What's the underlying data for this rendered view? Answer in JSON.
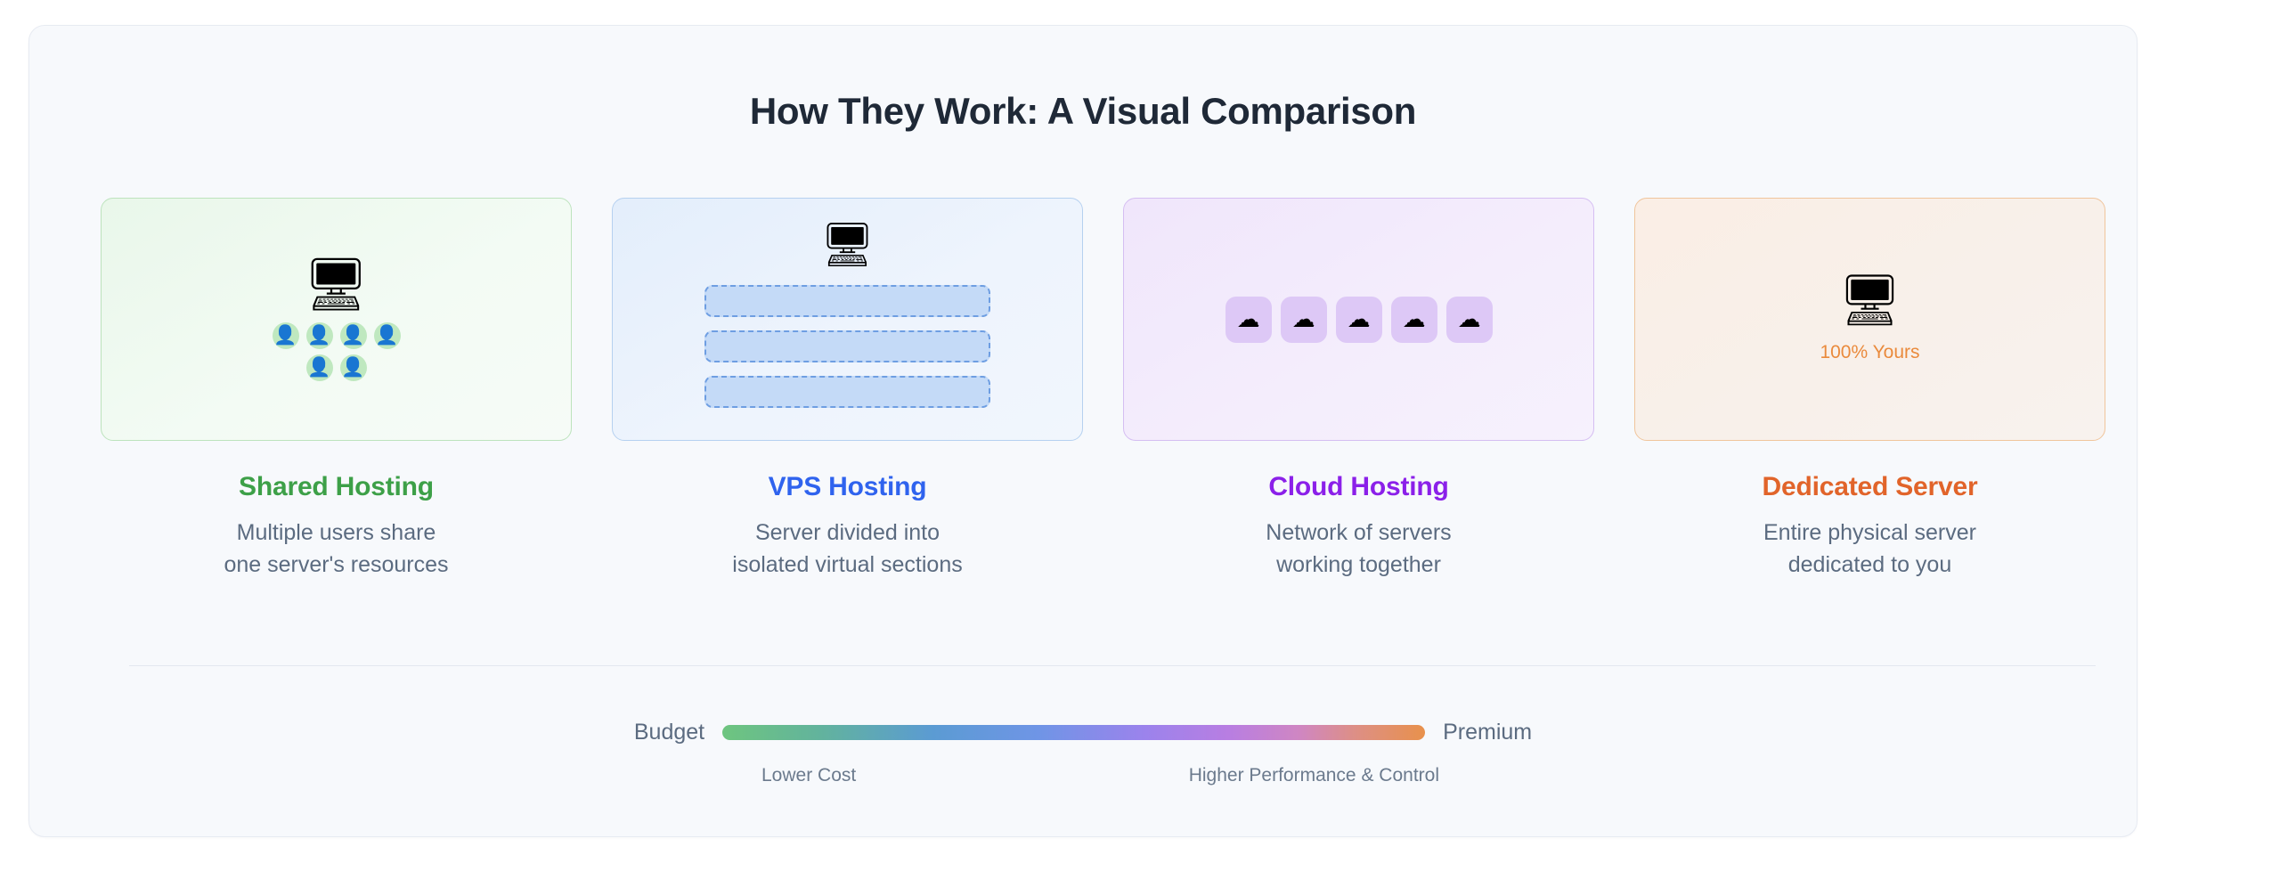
{
  "panel": {
    "title": "How They Work: A Visual Comparison"
  },
  "cards": [
    {
      "key": "shared",
      "name": "Shared Hosting",
      "desc": "Multiple users share\none server's resources",
      "accent": "#3da048",
      "border": "#bde3bd",
      "icon": "desktop-computer-icon",
      "monitor_glyph": "🖥",
      "people_glyph": "👤",
      "people_count": 6,
      "people_rows": [
        4,
        2
      ]
    },
    {
      "key": "vps",
      "name": "VPS Hosting",
      "desc": "Server divided into\nisolated virtual sections",
      "accent": "#2f63ee",
      "border": "#b6d1f0",
      "icon": "desktop-computer-icon",
      "monitor_glyph": "🖥",
      "bars_count": 3
    },
    {
      "key": "cloud",
      "name": "Cloud Hosting",
      "desc": "Network of servers\nworking together",
      "accent": "#8b20e9",
      "border": "#d5bef2",
      "icon": "cloud-icon",
      "cloud_glyph": "☁",
      "cloud_count": 5
    },
    {
      "key": "dedicated",
      "name": "Dedicated Server",
      "desc": "Entire physical server\ndedicated to you",
      "accent": "#e1642a",
      "border": "#f0c59c",
      "icon": "desktop-computer-icon",
      "monitor_glyph": "🖥",
      "badge": "100% Yours",
      "badge_color": "#ea8a3c"
    }
  ],
  "spectrum": {
    "left_label": "Budget",
    "right_label": "Premium",
    "sub_left": "Lower Cost",
    "sub_right": "Higher Performance & Control",
    "gradient_stops": [
      "#6ec57f",
      "#5b9bd3",
      "#6f95e6",
      "#b87ee2",
      "#e8914c"
    ]
  }
}
